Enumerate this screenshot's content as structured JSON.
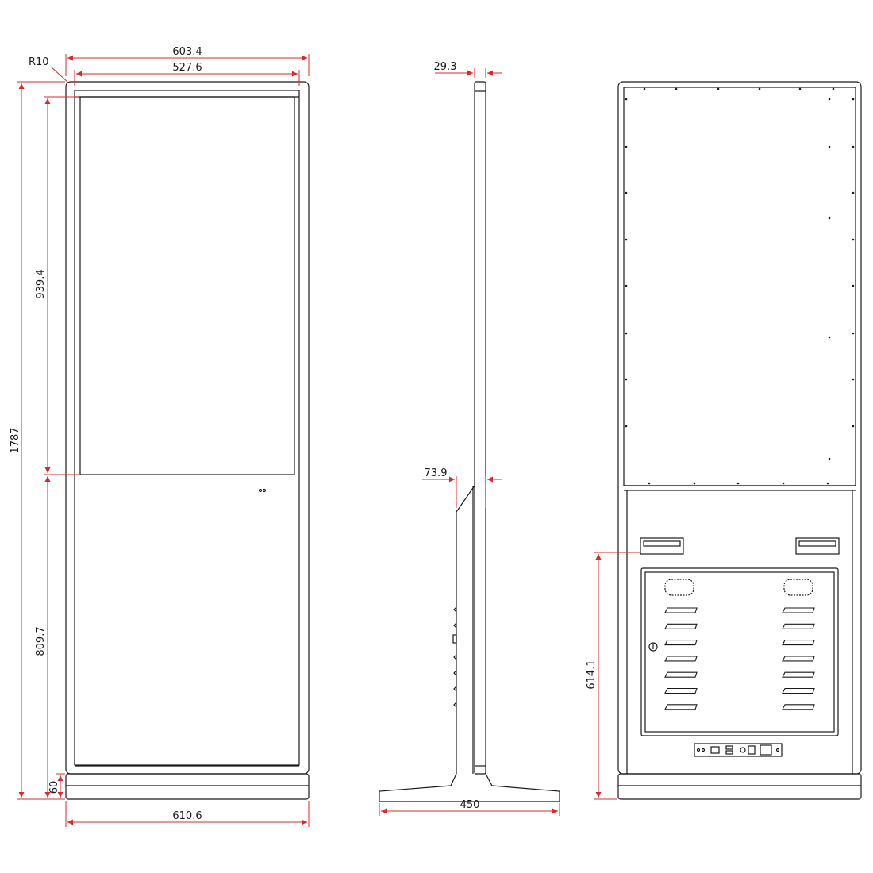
{
  "colors": {
    "outline": "#1a1a1a",
    "dimension": "#d9282e",
    "background": "#ffffff"
  },
  "front_view": {
    "corner_radius_label": "R10",
    "overall_width_label": "603.4",
    "screen_width_label": "527.6",
    "overall_height_label": "1787",
    "screen_height_label": "939.4",
    "lower_height_label": "809.7",
    "base_height_label": "60",
    "base_width_label": "610.6"
  },
  "side_view": {
    "thickness_label": "29.3",
    "lower_depth_label": "73.9",
    "foot_length_label": "450"
  },
  "rear_view": {
    "door_height_label": "614.1"
  }
}
